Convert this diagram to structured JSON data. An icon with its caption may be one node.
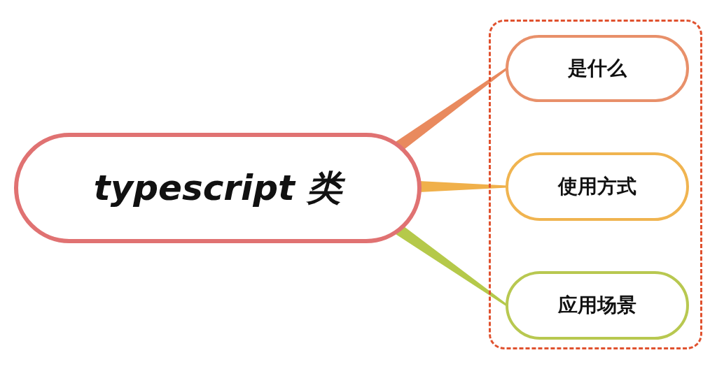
{
  "diagram": {
    "nodes": [
      {
        "text": [
          "typescript 类"
        ]
      },
      {
        "text": [],
        "shape": "box"
      },
      {
        "text": [
          "是什么"
        ],
        "in": 1
      },
      {
        "text": [
          "使用方式"
        ],
        "in": 1
      },
      {
        "text": [
          "应用场景"
        ],
        "in": 1
      }
    ],
    "edges": [
      {
        "from": 0,
        "to": 2,
        "arrow": "none",
        "style": "thick",
        "color": "#e98a5e"
      },
      {
        "from": 0,
        "to": 3,
        "arrow": "none",
        "style": "thick",
        "color": "#f0b04a"
      },
      {
        "from": 0,
        "to": 4,
        "arrow": "none",
        "style": "thick",
        "color": "#b5c94a"
      }
    ]
  }
}
